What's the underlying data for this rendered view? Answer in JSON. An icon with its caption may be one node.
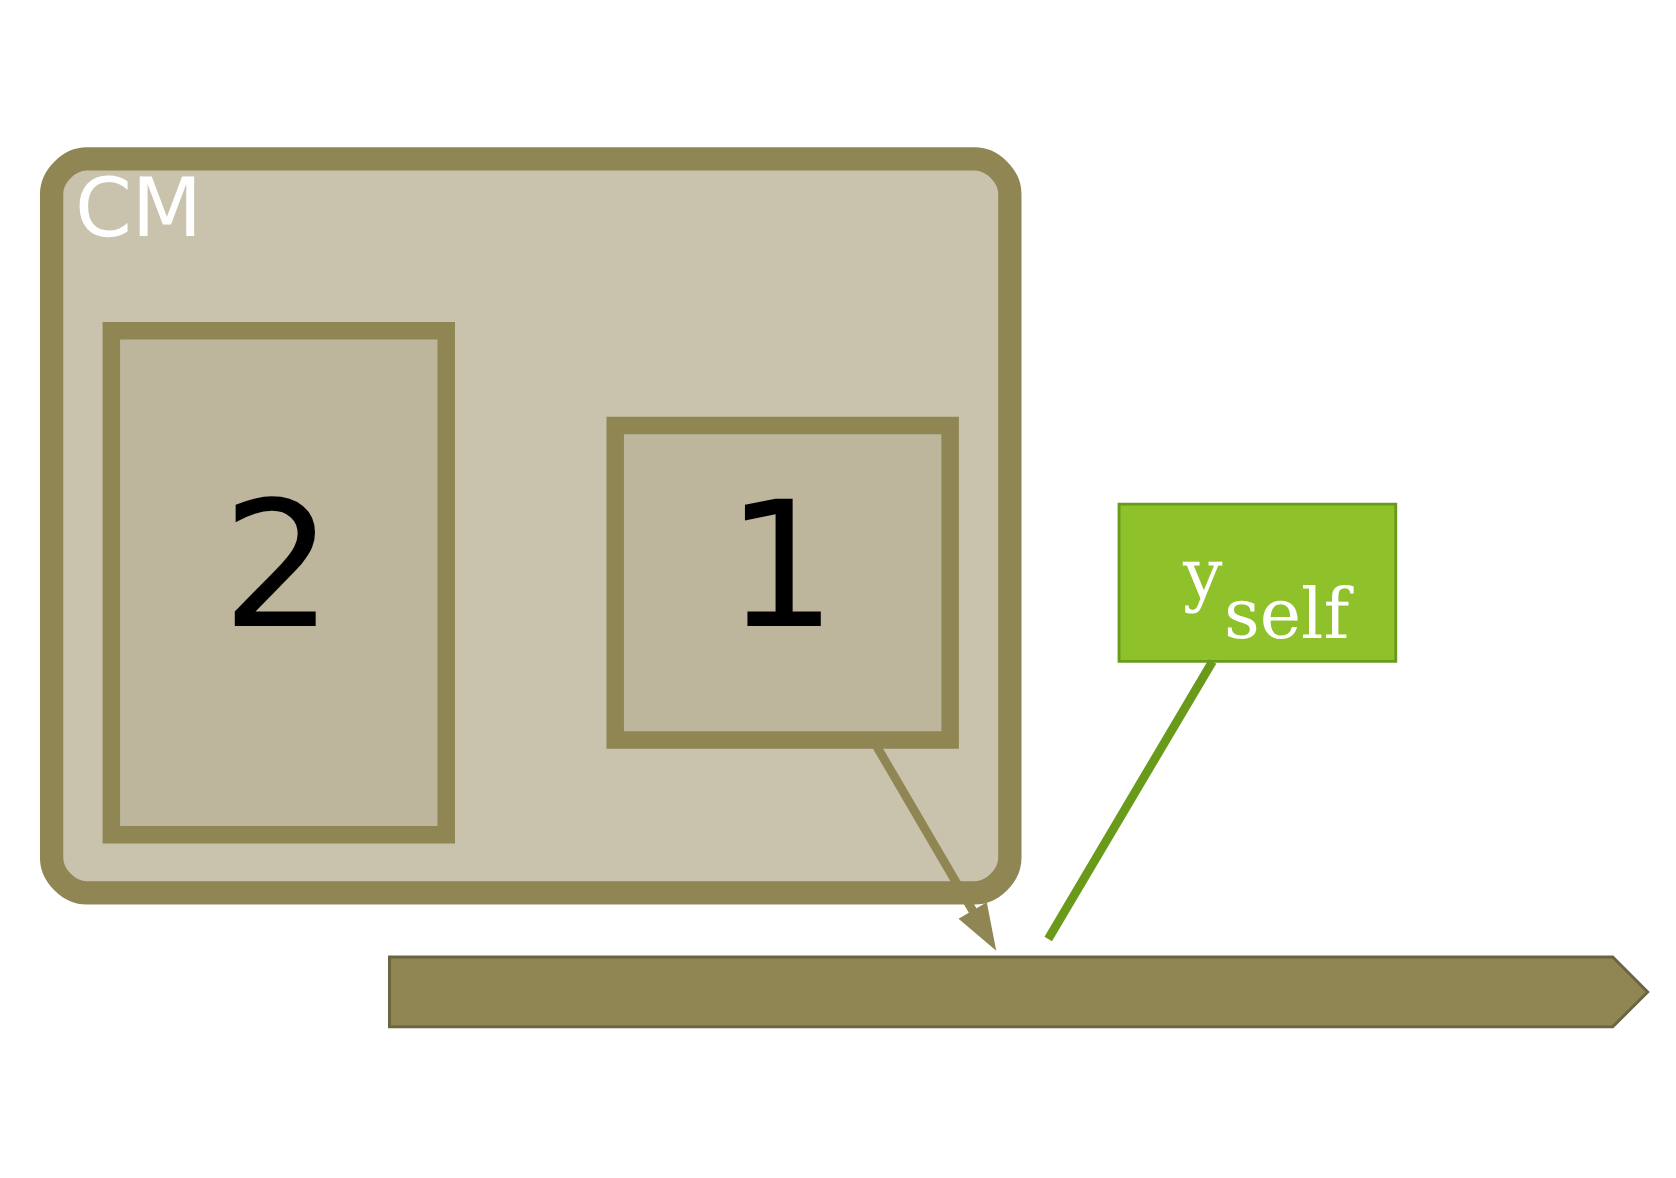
{
  "diagram": {
    "nodes": [
      {
        "text": [
          "CM"
        ]
      },
      {
        "text": [
          "1"
        ],
        "in": 0
      },
      {
        "text": [
          "2"
        ],
        "in": 0
      },
      {
        "text": [],
        "shape": "bar"
      },
      {
        "text": [
          "y$_{self}$"
        ]
      }
    ],
    "edges": [
      {
        "from": 1,
        "to": 3,
        "arrow": "to"
      },
      {
        "from": 4,
        "to": 3,
        "arrow": "none",
        "color": "#6a9a1a"
      }
    ]
  }
}
